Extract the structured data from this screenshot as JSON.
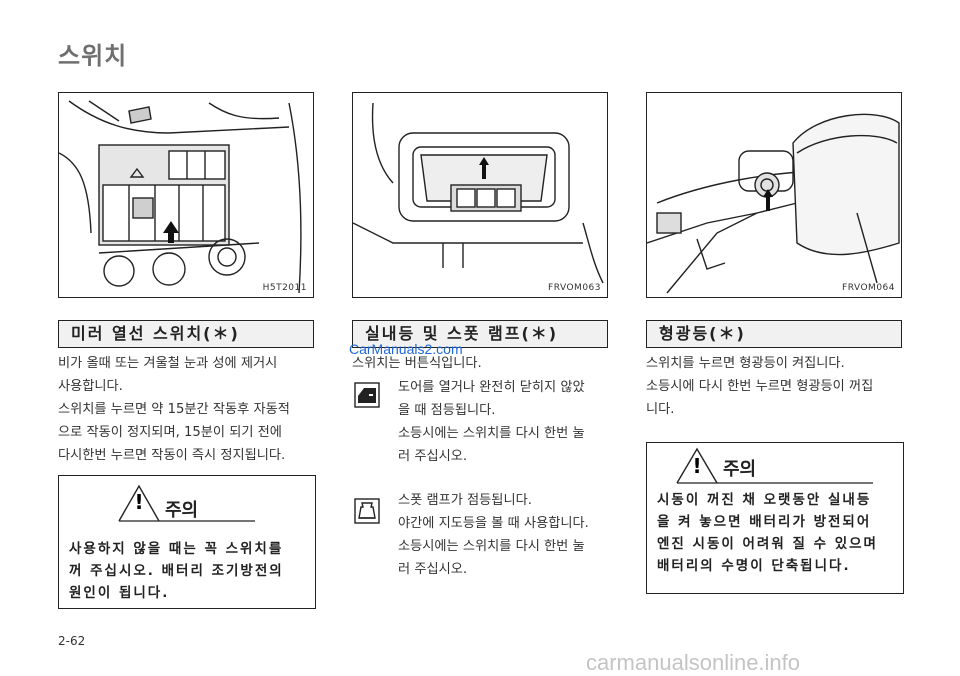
{
  "page": {
    "section_title": "스위치",
    "page_number": "2-62",
    "watermark": "CarManuals2.com",
    "footer_watermark": "carmanualsonline.info"
  },
  "figures": {
    "fig1": {
      "code": "H5T2011"
    },
    "fig2": {
      "code": "FRVOM063"
    },
    "fig3": {
      "code": "FRVOM064"
    }
  },
  "col1": {
    "heading": "미러 열선 스위치(＊)",
    "lines": [
      "비가 올때 또는 겨울철 눈과 성에 제거시",
      "사용합니다.",
      "스위치를 누르면 약 15분간 작동후 자동적",
      "으로 작동이 정지되며, 15분이 되기 전에",
      "다시한번 누르면 작동이 즉시 정지됩니다."
    ],
    "caution": {
      "title": "주의",
      "lines": [
        "사용하지 않을 때는 꼭 스위치를",
        "꺼 주십시오. 배터리 조기방전의",
        "원인이 됩니다."
      ]
    }
  },
  "col2": {
    "heading": "실내등 및 스폿 램프(＊)",
    "intro": "스위치는 버튼식입니다.",
    "item1": [
      "도어를 열거나 완전히 닫히지 않았",
      "을 때 점등됩니다.",
      "소등시에는 스위치를 다시 한번 눌",
      "러 주십시오."
    ],
    "item2": [
      "스폿 램프가 점등됩니다.",
      "야간에 지도등을 볼 때 사용합니다.",
      "소등시에는 스위치를 다시 한번 눌",
      "러 주십시오."
    ]
  },
  "col3": {
    "heading": "형광등(＊)",
    "lines": [
      "스위치를 누르면 형광등이 켜집니다.",
      "소등시에 다시 한번 누르면 형광등이 꺼집",
      "니다."
    ],
    "caution": {
      "title": "주의",
      "lines": [
        "시동이 꺼진 채 오랫동안 실내등",
        "을 켜 놓으면 배터리가 방전되어",
        "엔진 시동이 어려워 질 수 있으며",
        "배터리의 수명이 단축됩니다."
      ]
    }
  }
}
